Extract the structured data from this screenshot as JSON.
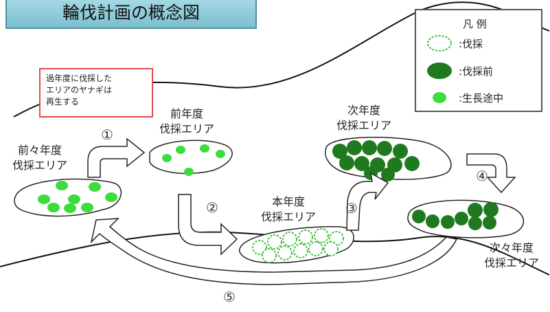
{
  "title": "輪伐計画の概念図",
  "note": [
    "過年度に伐採した",
    "エリアのヤナギは",
    "再生する"
  ],
  "legend": {
    "title": "凡 例",
    "items": [
      {
        "label": ":伐採",
        "icon": "outline-tree-icon"
      },
      {
        "label": ":伐採前",
        "icon": "dark-tree-icon"
      },
      {
        "label": ":生長途中",
        "icon": "light-tree-icon"
      }
    ]
  },
  "areas": {
    "before_last": [
      "前々年度",
      "伐採エリア"
    ],
    "last": [
      "前年度",
      "伐採エリア"
    ],
    "current": [
      "本年度",
      "伐採エリア"
    ],
    "next": [
      "次年度",
      "伐採エリア"
    ],
    "after_next": [
      "次々年度",
      "伐採エリア"
    ]
  },
  "steps": [
    "①",
    "②",
    "③",
    "④",
    "⑤"
  ],
  "colors": {
    "title_bg": "#8fcfdc",
    "note_border": "#e04b4b",
    "dark_green": "#1f7a1f",
    "light_green": "#3cdc3c",
    "outline_green": "#3fbf3f"
  }
}
